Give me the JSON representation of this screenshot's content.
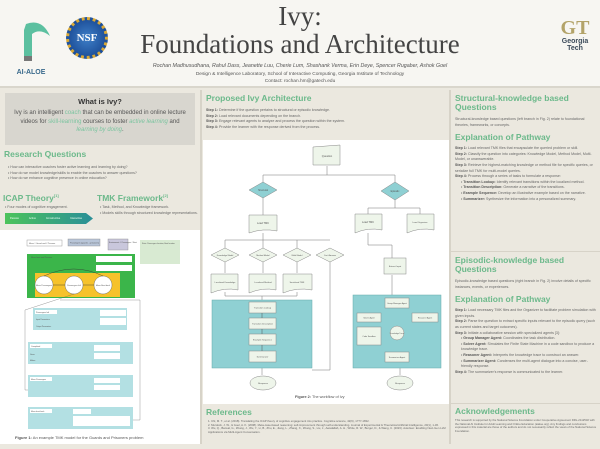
{
  "header": {
    "title_line1": "Ivy:",
    "title_line2": "Foundations and Architecture",
    "authors": "Rochan Madhusudhana, Rahul Dass, Jeanette Luu, Cherie Lum, Shashank Verma, Erin Deye, Spencer Rugaber, Ashok Goel",
    "affiliation": "Design & Intelligence Laboratory, School of Interactive Computing, Georgia Institute of Technology",
    "contact": "Contact: rochan.hm@gatech.edu",
    "logos": {
      "aialoe": "AI-ALOE",
      "nsf": "NSF",
      "gt_mark": "GT",
      "gt_text1": "Georgia",
      "gt_text2": "Tech"
    }
  },
  "what_is_ivy": {
    "title": "What is Ivy?",
    "parts": [
      "Ivy is an intelligent ",
      "coach",
      " that can be embedded in online lecture videos for ",
      "skill-learning",
      " courses to foster ",
      "active learning",
      " and ",
      "learning by doing",
      "."
    ]
  },
  "research_questions": {
    "title": "Research Questions",
    "items": [
      "How can interactive coaches foster active learning and learning by doing?",
      "How do we model knowledge/skills to enable the coaches to answer questions?",
      "How do we enhance cognitive presence in online education?"
    ]
  },
  "icap": {
    "title": "ICAP Theory",
    "ref": "[1]",
    "items": [
      "Four modes of cognitive engagement."
    ],
    "modes": [
      "Passive",
      "Active",
      "Constructive",
      "Interactive"
    ]
  },
  "tmk": {
    "title": "TMK Framework",
    "ref": "[2]",
    "items": [
      "Task, Method, and Knowledge framework.",
      "Models skills through structured knowledge representations."
    ]
  },
  "figure1": {
    "caption_bold": "Figure 1:",
    "caption": " An example TMK model for the Guards and Prisoners problem",
    "top_labels": [
      "Move # Guard and # Prisoner",
      "Passengers (guards + prisoners)",
      "Environment: # Passengers # Boat",
      "State: Passengers location; Boat location"
    ],
    "goal": "Move boat and Prisoner",
    "nodes": [
      "Move Passengers",
      "Passengers left",
      "Move Boat back"
    ],
    "methods": [
      "Passengers left",
      "Completed",
      "Move Passengers",
      "Move boat back"
    ],
    "row_labels": [
      "Given",
      "Makes",
      "Input Parameters",
      "Output Parameters"
    ]
  },
  "architecture": {
    "title": "Proposed Ivy Architecture",
    "steps": [
      {
        "label": "Step 1:",
        "text": " Determine if the question pertains to structural or episodic knowledge."
      },
      {
        "label": "Step 2:",
        "text": " Load relevant documents depending on the branch."
      },
      {
        "label": "Step 3:",
        "text": " Engage relevant agents to analyze and process the question within the system."
      },
      {
        "label": "Step 4:",
        "text": " Provide the learner with the response derived from the process."
      }
    ]
  },
  "figure2": {
    "caption_bold": "Figure 2:",
    "caption": " The workflow of Ivy",
    "question": "Question",
    "structural": "Structural",
    "episodic": "Episodic",
    "load_tmk": "Load TMK",
    "models": [
      "Knowledge Model",
      "Method Model",
      "Multi Model",
      "Can't Answer"
    ],
    "docs": [
      "Localized Knowledge",
      "Localized Method",
      "Serialized TMK"
    ],
    "pipeline": [
      "Transition Lookup",
      "Transition Description",
      "Example Sequence",
      "Summarizer"
    ],
    "load_organizer": "Load Organizer",
    "extract_input": "Extract Input",
    "agents": [
      "Group Manager Agent",
      "Solver Agent",
      "Reasoner Agent",
      "Code Sandbox",
      "Summarizer Agent",
      "Knowledge Trace"
    ],
    "response": "Response"
  },
  "references": {
    "title": "References",
    "items": [
      "1. Chi, M. T., et al. (2018). Translating the ICAP theory of cognitive engagement into practice. Cognitive science, 42(6), 1777-1832.",
      "2. Murdock, J. W., & Goel, A. K. (2008). Meta-case-based reasoning: self-improvement through self-understanding. Journal of Experimental & Theoretical Artificial Intelligence, 20(1), 1-36.",
      "3. Wu, Q., Bansal, G., Zhang, J., Wu, Y., Li, B., Zhu, E., Jiang, L., Zhang, X., Zhang, S., Liu, J., Awadallah, A. H., White, R. W., Burger, D., & Wang, C. (2023). AutoGen: Enabling Next-Gen LLM Applications via Multi-Agent Conversation."
    ]
  },
  "structural": {
    "title": "Structural-knowledge based Questions",
    "desc": "Structural-knowledge based questions (left branch in Fig. 2) relate to foundational theories, frameworks, or concepts.",
    "pathway_title": "Explanation of Pathway",
    "steps": [
      {
        "label": "Step 1:",
        "text": " Load relevant TMK files that encapsulate the queried problem or skill."
      },
      {
        "label": "Step 2:",
        "text": " Classify the question into categories: Knowledge Model, Method Model, Multi-Model, or unanswerable."
      },
      {
        "label": "Step 3:",
        "text": " Retrieve the highest-matching knowledge or method file for specific queries, or serialize full TMK for multi-model queries."
      },
      {
        "label": "Step 4:",
        "text": " Process through a series of tasks to formulate a response:"
      }
    ],
    "bullets": [
      {
        "label": "Transition Lookup:",
        "text": " Identify relevant transitions within the localized method."
      },
      {
        "label": "Transition Description:",
        "text": " Generate a narrative of the transitions."
      },
      {
        "label": "Example Sequence:",
        "text": " Develop an illustrative example based on the narrative."
      },
      {
        "label": "Summarizer:",
        "text": " Synthesize the information into a personalized summary."
      }
    ]
  },
  "episodic": {
    "title": "Episodic-knowledge based Questions",
    "desc": "Episodic-knowledge based questions (right branch in Fig. 2) involve details of specific instances, events, or experiences.",
    "pathway_title": "Explanation of Pathway",
    "steps": [
      {
        "label": "Step 1:",
        "text": " Load necessary TMK files and the Organizer to facilitate problem simulation with given inputs."
      },
      {
        "label": "Step 2:",
        "text": " Parse the question to extract specific inputs relevant to the episodic query (such as current states and target outcomes)."
      },
      {
        "label": "Step 3:",
        "text": " Initiate a collaborative session with specialized agents [3]:"
      }
    ],
    "bullets": [
      {
        "label": "Group Manager Agent:",
        "text": " Coordinates the task distribution."
      },
      {
        "label": "Solver Agent:",
        "text": " Simulates the Finite State Machine in a code sandbox to produce a knowledge trace."
      },
      {
        "label": "Reasoner Agent:",
        "text": " Interprets the knowledge trace to construct an answer."
      },
      {
        "label": "Summarizer Agent:",
        "text": " Condenses the multi-agent dialogue into a concise, user-friendly response."
      }
    ],
    "step4": {
      "label": "Step 4:",
      "text": " The summarizer's response is communicated to the learner."
    }
  },
  "acknowledgements": {
    "title": "Acknowledgements",
    "text": "This research is supported by the National Science Foundation under Cooperative Agreement DRL-2112532 with the National AI Institute for Adult Learning and Online Education (aialoe.org). Any findings and conclusions expressed in this material are those of the authors and do not necessarily reflect the views of the National Science Foundation."
  },
  "colors": {
    "accent": "#6cb98b",
    "teal": "#8fd0d3",
    "green_box": "#3bb54a",
    "yellow_box": "#f6c22b",
    "bg": "#ebe8df"
  }
}
